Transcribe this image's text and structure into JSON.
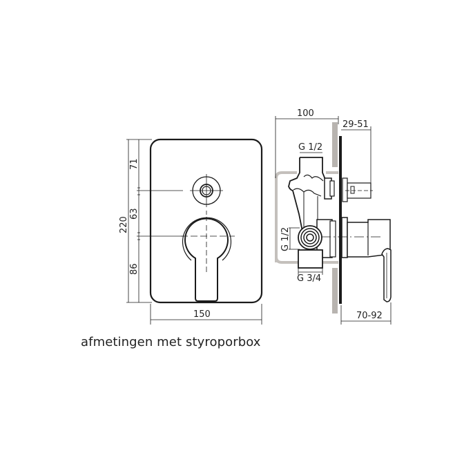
{
  "front_view": {
    "width_label": "150",
    "height_label": "220",
    "segments": [
      "71",
      "63",
      "86"
    ]
  },
  "side_view": {
    "depth_label": "100",
    "wall_range_label": "29-51",
    "handle_range_label": "70-92",
    "inlet_top_label": "G 1/2",
    "inlet_side_label": "G 1/2",
    "outlet_bottom_label": "G 3/4"
  },
  "caption": "afmetingen met styroporbox",
  "colors": {
    "line": "#1a1a1a",
    "wall": "#b8b4b0",
    "box": "#c4c0bc"
  }
}
